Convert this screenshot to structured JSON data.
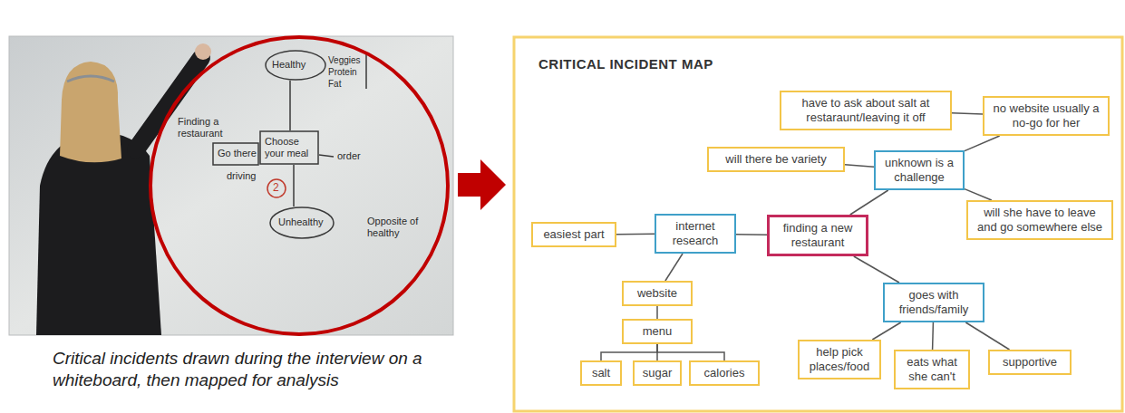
{
  "diagram": {
    "title": "CRITICAL INCIDENT MAP",
    "caption": "Critical incidents drawn during the interview on a whiteboard, then mapped for analysis",
    "nodes": [
      {
        "text": [
          "have to ask about salt at restaraunt/leaving it off"
        ]
      },
      {
        "text": [
          "no website usually a no-go for her"
        ]
      },
      {
        "text": [
          "will there be variety"
        ]
      },
      {
        "text": [
          "unknown is a challenge"
        ]
      },
      {
        "text": [
          "easiest part"
        ]
      },
      {
        "text": [
          "internet research"
        ]
      },
      {
        "text": [
          "finding a new restaurant"
        ]
      },
      {
        "text": [
          "will she have to leave and go somewhere else"
        ]
      },
      {
        "text": [
          "website"
        ]
      },
      {
        "text": [
          "goes with friends/family"
        ]
      },
      {
        "text": [
          "menu"
        ]
      },
      {
        "text": [
          "help pick places/food"
        ]
      },
      {
        "text": [
          "eats what she can't"
        ]
      },
      {
        "text": [
          "supportive"
        ]
      },
      {
        "text": [
          "salt"
        ]
      },
      {
        "text": [
          "sugar"
        ]
      },
      {
        "text": [
          "calories"
        ]
      }
    ],
    "edges": [
      {
        "from": 0,
        "to": 1,
        "arrow": "none"
      },
      {
        "from": 1,
        "to": 3,
        "arrow": "none"
      },
      {
        "from": 2,
        "to": 3,
        "arrow": "none"
      },
      {
        "from": 3,
        "to": 6,
        "arrow": "none"
      },
      {
        "from": 3,
        "to": 7,
        "arrow": "none"
      },
      {
        "from": 4,
        "to": 5,
        "arrow": "none"
      },
      {
        "from": 5,
        "to": 6,
        "arrow": "none"
      },
      {
        "from": 5,
        "to": 8,
        "arrow": "none"
      },
      {
        "from": 8,
        "to": 10,
        "arrow": "none"
      },
      {
        "from": 10,
        "to": 14,
        "arrow": "none"
      },
      {
        "from": 10,
        "to": 15,
        "arrow": "none"
      },
      {
        "from": 10,
        "to": 16,
        "arrow": "none"
      },
      {
        "from": 6,
        "to": 9,
        "arrow": "none"
      },
      {
        "from": 9,
        "to": 11,
        "arrow": "none"
      },
      {
        "from": 9,
        "to": 12,
        "arrow": "none"
      },
      {
        "from": 9,
        "to": 13,
        "arrow": "none"
      }
    ],
    "labels": [
      "Healthy",
      "Veggies",
      "Protein",
      "Fat",
      "Finding a restaurant",
      "Go there",
      "Choose your meal",
      "order",
      "driving",
      "2",
      "Unhealthy",
      "Opposite of healthy"
    ]
  }
}
